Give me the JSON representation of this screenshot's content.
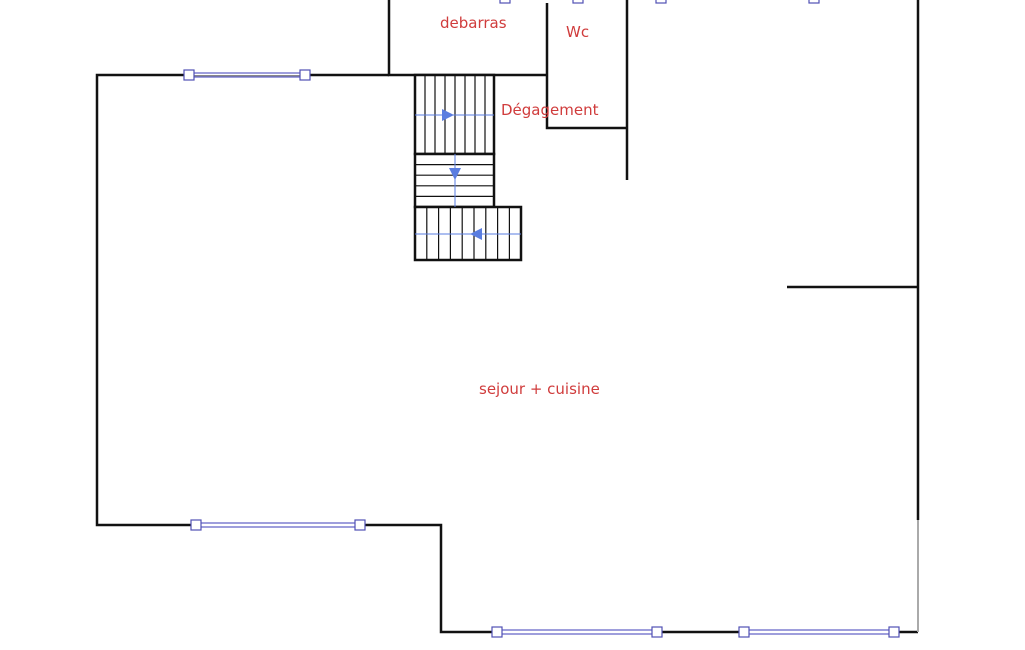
{
  "rooms": {
    "debarras": "debarras",
    "wc": "Wc",
    "degagement": "Dégagement",
    "sejour": "sejour + cuisine"
  },
  "colors": {
    "label": "#d03c3c",
    "wall": "#111111",
    "window": "#6464c8",
    "stair_arrow": "#5a7de0"
  }
}
